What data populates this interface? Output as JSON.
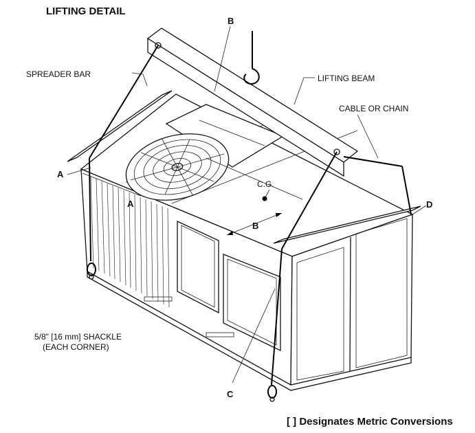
{
  "title": "LIFTING DETAIL",
  "callouts": {
    "spreader_bar": "SPREADER BAR",
    "lifting_beam": "LIFTING BEAM",
    "cable_or_chain": "CABLE OR CHAIN",
    "cg": "C.G.",
    "shackle_line1": "5/8\" [16 mm] SHACKLE",
    "shackle_line2": "(EACH CORNER)"
  },
  "letters": {
    "a1": "A",
    "a2": "A",
    "b1": "B",
    "b2": "B",
    "c": "C",
    "d": "D"
  },
  "footnote": "[   ] Designates Metric Conversions"
}
